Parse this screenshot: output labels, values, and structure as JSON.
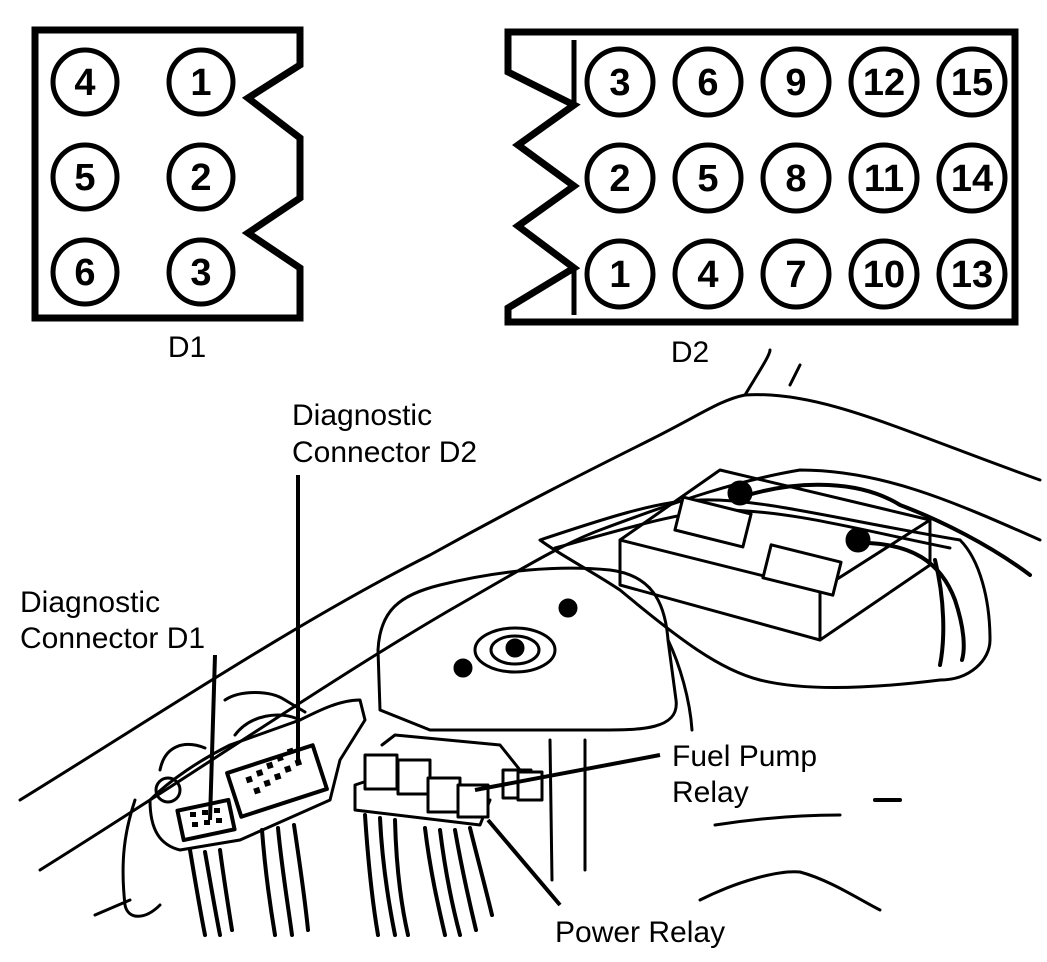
{
  "connectors": {
    "d1": {
      "caption": "D1",
      "pins": [
        "4",
        "1",
        "5",
        "2",
        "6",
        "3"
      ]
    },
    "d2": {
      "caption": "D2",
      "pins": [
        "3",
        "6",
        "9",
        "12",
        "15",
        "2",
        "5",
        "8",
        "11",
        "14",
        "1",
        "4",
        "7",
        "10",
        "13"
      ]
    }
  },
  "labels": {
    "diag_d2": [
      "Diagnostic",
      "Connector D2"
    ],
    "diag_d1": [
      "Diagnostic",
      "Connector D1"
    ],
    "fuel_pump_relay": [
      "Fuel Pump",
      "Relay"
    ],
    "power_relay": "Power Relay"
  },
  "colors": {
    "ink": "#000000",
    "paper": "#ffffff"
  }
}
